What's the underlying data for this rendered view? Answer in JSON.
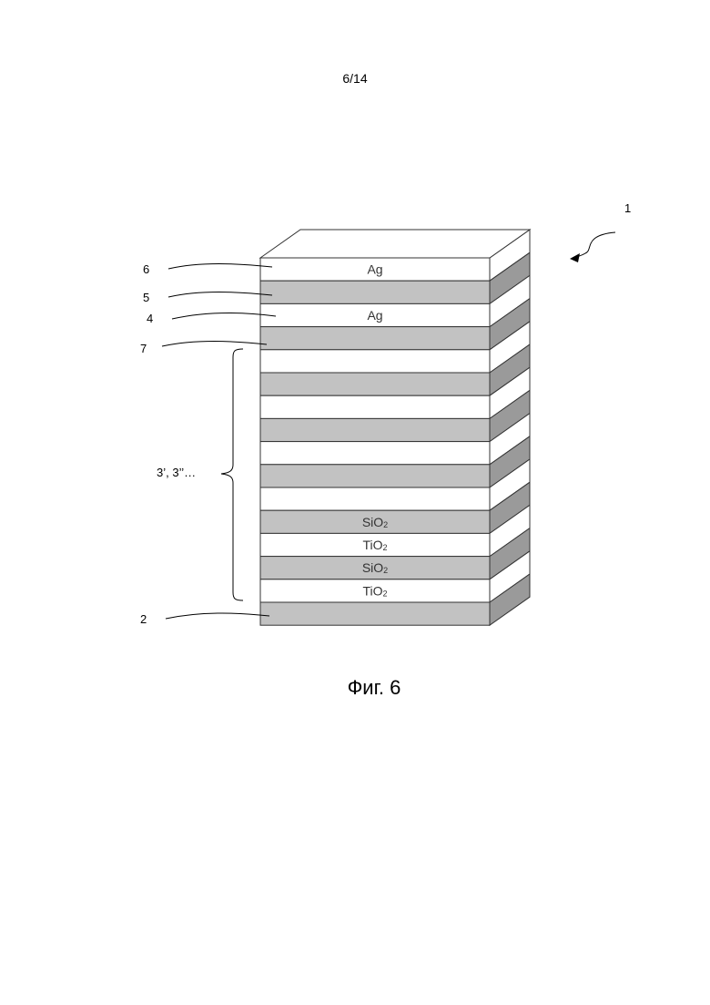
{
  "page_number": "6/14",
  "caption": "Фиг. 6",
  "colors": {
    "light_layer": "#ffffff",
    "dark_layer": "#c2c2c2",
    "dark_side": "#9a9a9a",
    "outline": "#333333"
  },
  "layers_top_to_bottom": [
    {
      "tone": "light",
      "label": "Ag"
    },
    {
      "tone": "dark",
      "label": ""
    },
    {
      "tone": "light",
      "label": "Ag"
    },
    {
      "tone": "dark",
      "label": ""
    },
    {
      "tone": "light",
      "label": ""
    },
    {
      "tone": "dark",
      "label": ""
    },
    {
      "tone": "light",
      "label": ""
    },
    {
      "tone": "dark",
      "label": ""
    },
    {
      "tone": "light",
      "label": ""
    },
    {
      "tone": "dark",
      "label": ""
    },
    {
      "tone": "light",
      "label": ""
    },
    {
      "tone": "dark",
      "label": "SiO2"
    },
    {
      "tone": "light",
      "label": "TiO2"
    },
    {
      "tone": "dark",
      "label": "SiO2"
    },
    {
      "tone": "light",
      "label": "TiO2"
    },
    {
      "tone": "dark",
      "label": ""
    }
  ],
  "reference_labels": {
    "device": "1",
    "top_silver": "6",
    "layer_5": "5",
    "inner_silver": "4",
    "layer_7": "7",
    "stack": "3’, 3’’…",
    "substrate": "2"
  }
}
